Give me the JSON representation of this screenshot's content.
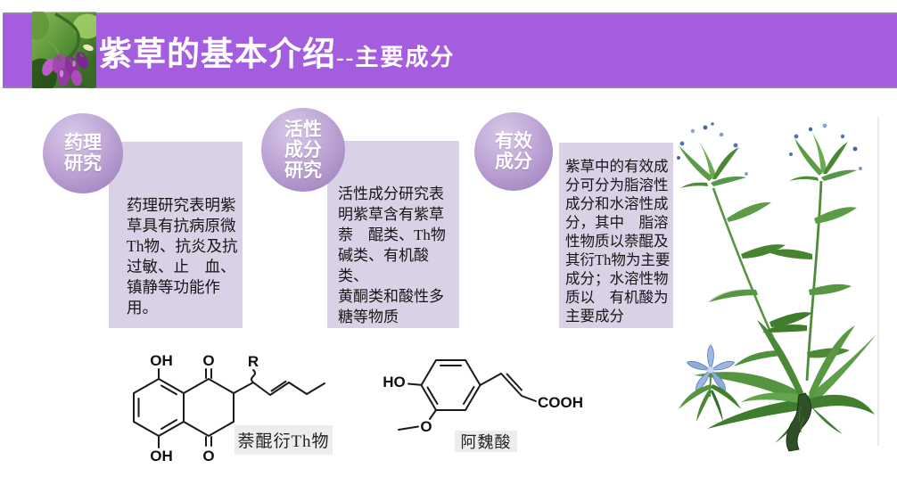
{
  "slide": {
    "header": {
      "title": "紫草的基本介绍",
      "subtitle": "--主要成分",
      "photo_icon": "comfrey-purple-flowers-photo"
    },
    "badges": [
      {
        "id": "pharmacology-research",
        "label": [
          "药理",
          "研究"
        ]
      },
      {
        "id": "active-components-research",
        "label": [
          "活性",
          "成分",
          "研究"
        ]
      },
      {
        "id": "effective-components",
        "label": [
          "有效",
          "成分"
        ]
      }
    ],
    "textboxes": [
      {
        "lines": [
          "药理研究表明紫",
          "草具有抗病原微",
          "Th物、抗炎及抗",
          "过敏、止　血、",
          "镇静等功能作用。"
        ]
      },
      {
        "lines": [
          "活性成分研究表",
          "明紫草含有紫草",
          "萘　醌类、Th物",
          "碱类、有机酸类、",
          "黄酮类和酸性多",
          "糖等物质"
        ]
      },
      {
        "lines": [
          "紫草中的有效成",
          "分可分为脂溶性",
          "成分和水溶性成",
          "分，其中　脂溶",
          "性物质以萘醌及",
          "其衍Th物为主要",
          "成分；水溶性物",
          "质以　有机酸为",
          "主要成分"
        ]
      }
    ],
    "molecules": [
      {
        "caption": "萘醌衍Th物",
        "atom_labels": {
          "oh_top": "OH",
          "o_top": "O",
          "r_group": "R",
          "oh_bottom": "OH",
          "o_bottom": "O"
        }
      },
      {
        "caption": "阿魏酸",
        "atom_labels": {
          "ho": "HO",
          "o_methoxy": "O",
          "cooh": "COOH"
        }
      }
    ],
    "illustration_icon": "lithospermum-botanical-illustration",
    "colors": {
      "header_purple": "#a35dde",
      "header_border": "#90899b",
      "badge_light": "#d8c9e8",
      "badge_dark": "#a286c2",
      "textbox_lavender": "#d9d1e6",
      "caption_gray": "#ededed"
    }
  }
}
